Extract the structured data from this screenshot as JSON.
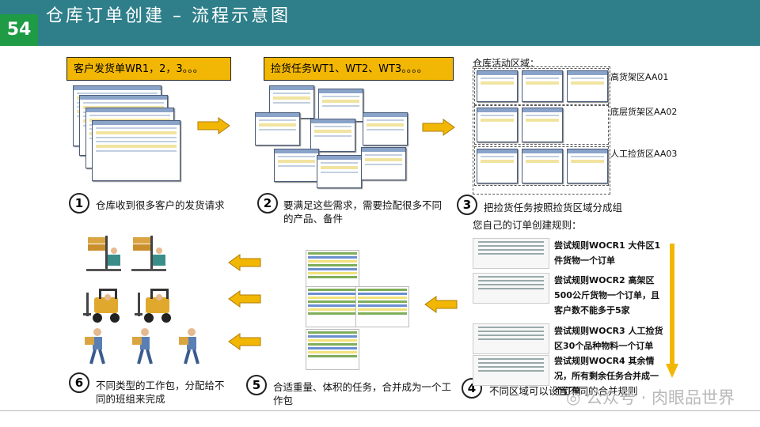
{
  "header": {
    "page_number": "54",
    "title": "仓库订单创建  –  流程示意图"
  },
  "banners": {
    "customer_orders": "客户发货单WR1，2，3。。。",
    "picking_tasks": "捡货任务WT1、WT2、WT3。。。。"
  },
  "activity_area": {
    "title": "仓库活动区域：",
    "zones": [
      "高货架区AA01",
      "底层货架区AA02",
      "人工捡货区AA03"
    ]
  },
  "steps": [
    {
      "num": "1",
      "text": "仓库收到很多客户的发货请求"
    },
    {
      "num": "2",
      "text": "要满足这些需求，需要捡配很多不同的产品、备件"
    },
    {
      "num": "3",
      "text": "把捡货任务按照捡货区域分成组"
    },
    {
      "num": "4",
      "text": "不同区域可以设置不同的合并规则"
    },
    {
      "num": "5",
      "text": "合适重量、体积的任务，合并成为一个工作包"
    },
    {
      "num": "6",
      "text": "不同类型的工作包，分配给不同的班组来完成"
    }
  ],
  "rules": {
    "heading": "您自己的订单创建规则：",
    "items": [
      "尝试规则WOCR1 大件区1件货物一个订单",
      "尝试规则WOCR2 高架区500公斤货物一个订单，且客户数不能多于5家",
      "尝试规则WOCR3 人工捡货区30个品种物料一个订单",
      "尝试规则WOCR4 其余情况，所有剩余任务合并成一个订单"
    ]
  },
  "watermark": "公众号 · 肉眼品世界",
  "colors": {
    "header": "#2e7f8a",
    "page_number_bg": "#1f9b45",
    "banner": "#f2b705",
    "arrow": "#f2b705"
  }
}
